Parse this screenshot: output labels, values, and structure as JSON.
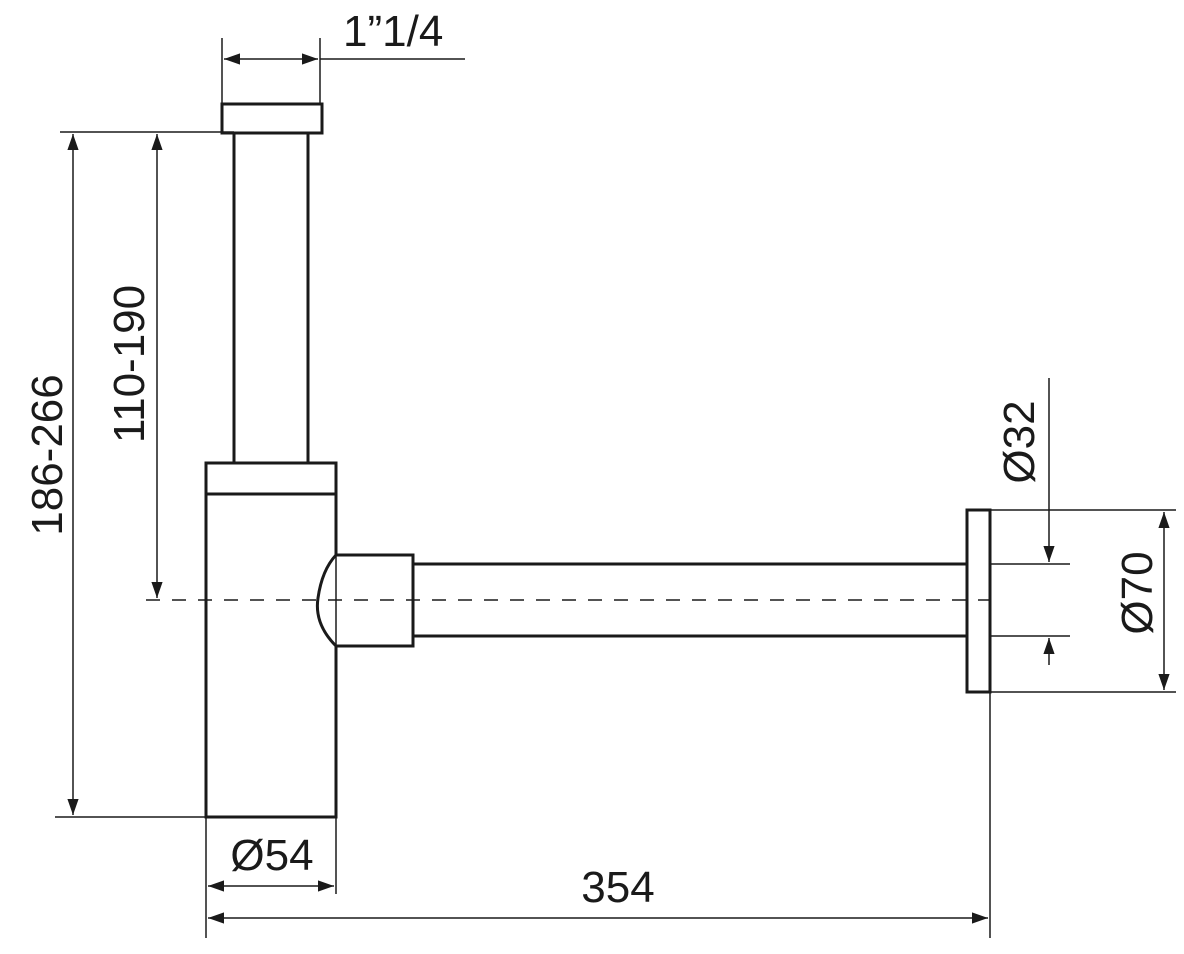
{
  "dimensions": {
    "inlet_thread": "1”1/4",
    "total_height": "186-266",
    "inlet_height": "110-190",
    "outlet_pipe_diameter": "Ø32",
    "wall_flange_diameter": "Ø70",
    "body_diameter": "Ø54",
    "wall_distance": "354"
  }
}
